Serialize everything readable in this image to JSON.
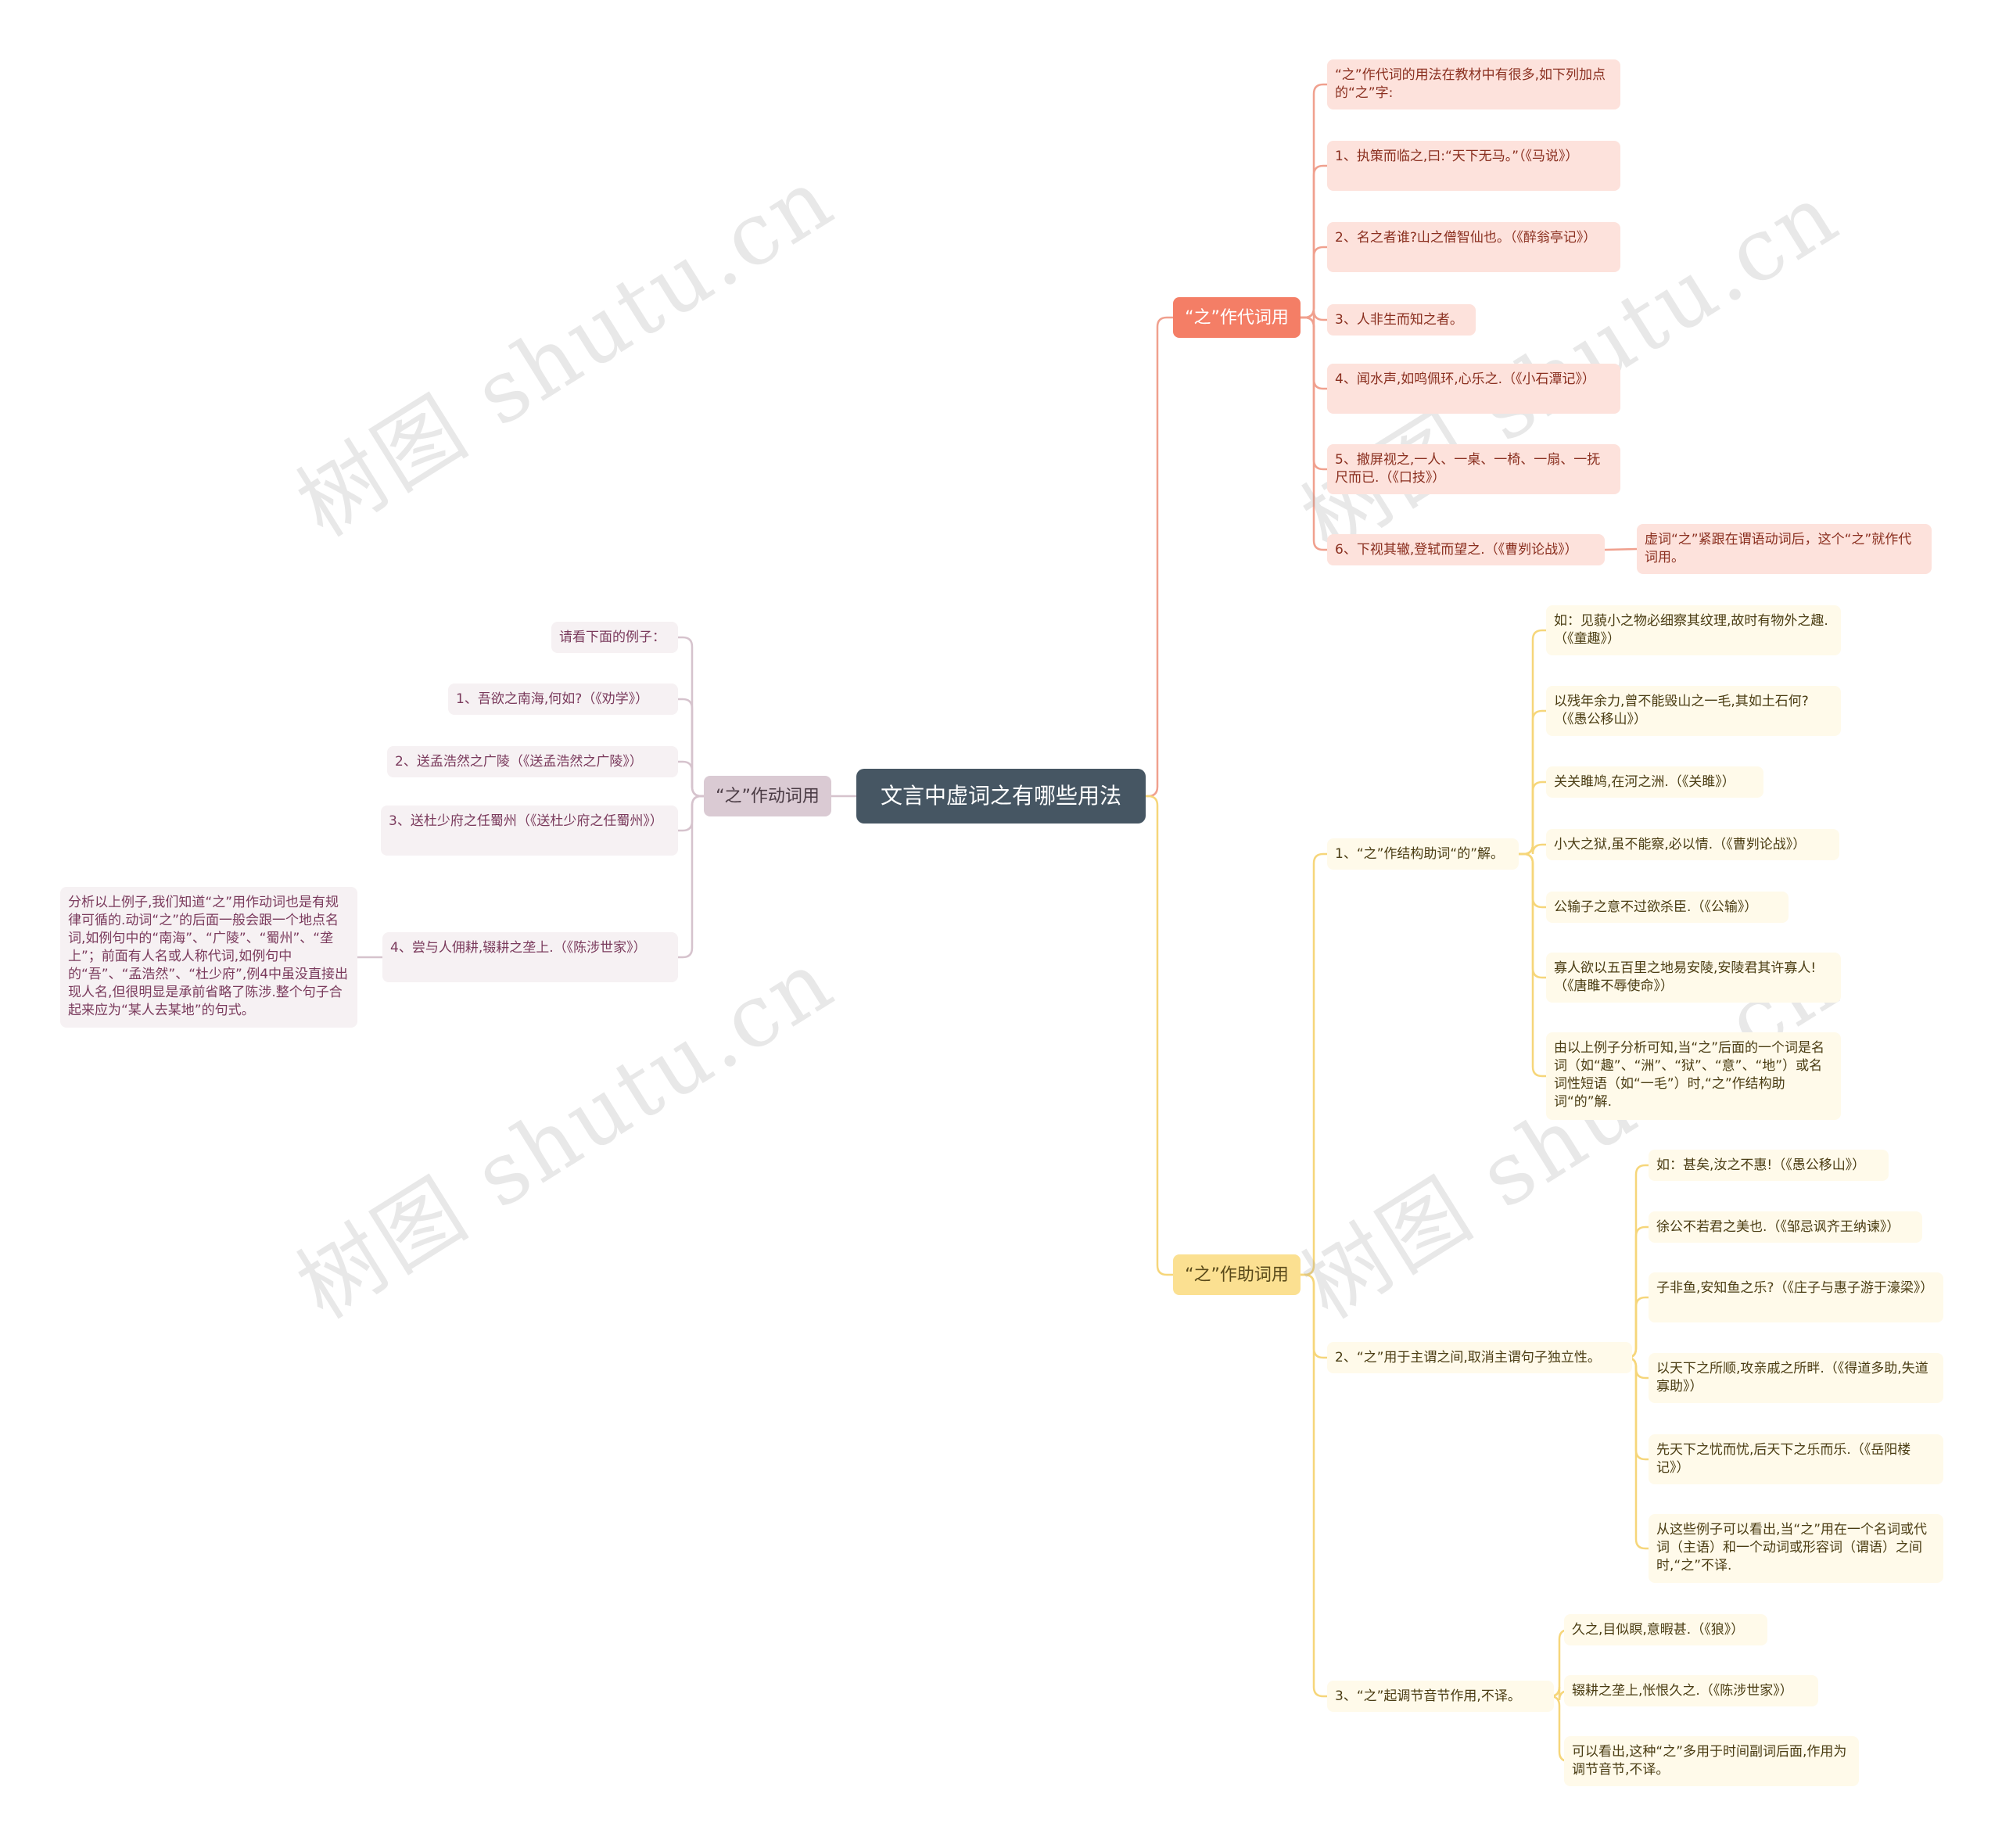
{
  "root": {
    "text": "文言中虚词之有哪些用法"
  },
  "branch_pronoun": {
    "title": "“之”作代词用",
    "items": [
      "“之”作代词的用法在教材中有很多,如下列加点的“之”字:",
      "1、执策而临之,曰:“天下无马。”（《马说》）",
      "2、名之者谁?山之僧智仙也。（《醉翁亭记》）",
      "3、人非生而知之者。",
      "4、闻水声,如鸣佩环,心乐之.（《小石潭记》）",
      "5、撤屏视之,一人、一桌、一椅、一扇、一抚尺而已.（《口技》）",
      "6、下视其辙,登轼而望之.（《曹刿论战》）"
    ],
    "note": "虚词“之”紧跟在谓语动词后，这个“之”就作代词用。"
  },
  "branch_verb": {
    "title": "“之”作动词用",
    "items": [
      "请看下面的例子：",
      "1、吾欲之南海,何如?（《劝学》）",
      "2、送孟浩然之广陵（《送孟浩然之广陵》）",
      "3、送杜少府之任蜀州（《送杜少府之任蜀州》）",
      "4、尝与人佣耕,辍耕之垄上.（《陈涉世家》）"
    ],
    "note": "分析以上例子,我们知道“之”用作动词也是有规律可循的.动词“之”的后面一般会跟一个地点名词,如例句中的“南海”、“广陵”、“蜀州”、“垄上”；前面有人名或人称代词,如例句中的“吾”、“孟浩然”、“杜少府”,例4中虽没直接出现人名,但很明显是承前省略了陈涉.整个句子合起来应为“某人去某地”的句式。"
  },
  "branch_aux": {
    "title": "“之”作助词用",
    "sub1": {
      "title": "1、“之”作结构助词“的”解。",
      "items": [
        "如：见藐小之物必细察其纹理,故时有物外之趣.（《童趣》）",
        "以残年余力,曾不能毁山之一毛,其如土石何?（《愚公移山》）",
        "关关雎鸠,在河之洲.（《关雎》）",
        "小大之狱,虽不能察,必以情.（《曹刿论战》）",
        "公输子之意不过欲杀臣.（《公输》）",
        "寡人欲以五百里之地易安陵,安陵君其许寡人!（《唐雎不辱使命》）",
        "由以上例子分析可知,当“之”后面的一个词是名词（如“趣”、“洲”、“狱”、“意”、“地”）或名词性短语（如“一毛”）时,“之”作结构助词“的”解."
      ]
    },
    "sub2": {
      "title": "2、“之”用于主谓之间,取消主谓句子独立性。",
      "items": [
        "如：甚矣,汝之不惠!（《愚公移山》）",
        "徐公不若君之美也.（《邹忌讽齐王纳谏》）",
        "子非鱼,安知鱼之乐?（《庄子与惠子游于濠梁》）",
        "以天下之所顺,攻亲戚之所畔.（《得道多助,失道寡助》）",
        "先天下之忧而忧,后天下之乐而乐.（《岳阳楼记》）",
        "从这些例子可以看出,当“之”用在一个名词或代词（主语）和一个动词或形容词（谓语）之间时,“之”不译."
      ]
    },
    "sub3": {
      "title": "3、“之”起调节音节作用,不译。",
      "items": [
        "久之,目似瞑,意暇甚.（《狼》）",
        "辍耕之垄上,怅恨久之.（《陈涉世家》）",
        "可以看出,这种“之”多用于时间副词后面,作用为调节音节,不译。"
      ]
    }
  },
  "watermark": "树图 shutu.cn",
  "colors": {
    "root": "#465663",
    "pronoun": "#f47e66",
    "aux": "#fbe091",
    "verb": "#dacad3",
    "line_red": "#f0a08e",
    "line_yel": "#f6d67a",
    "line_pur": "#d6c3cd"
  }
}
